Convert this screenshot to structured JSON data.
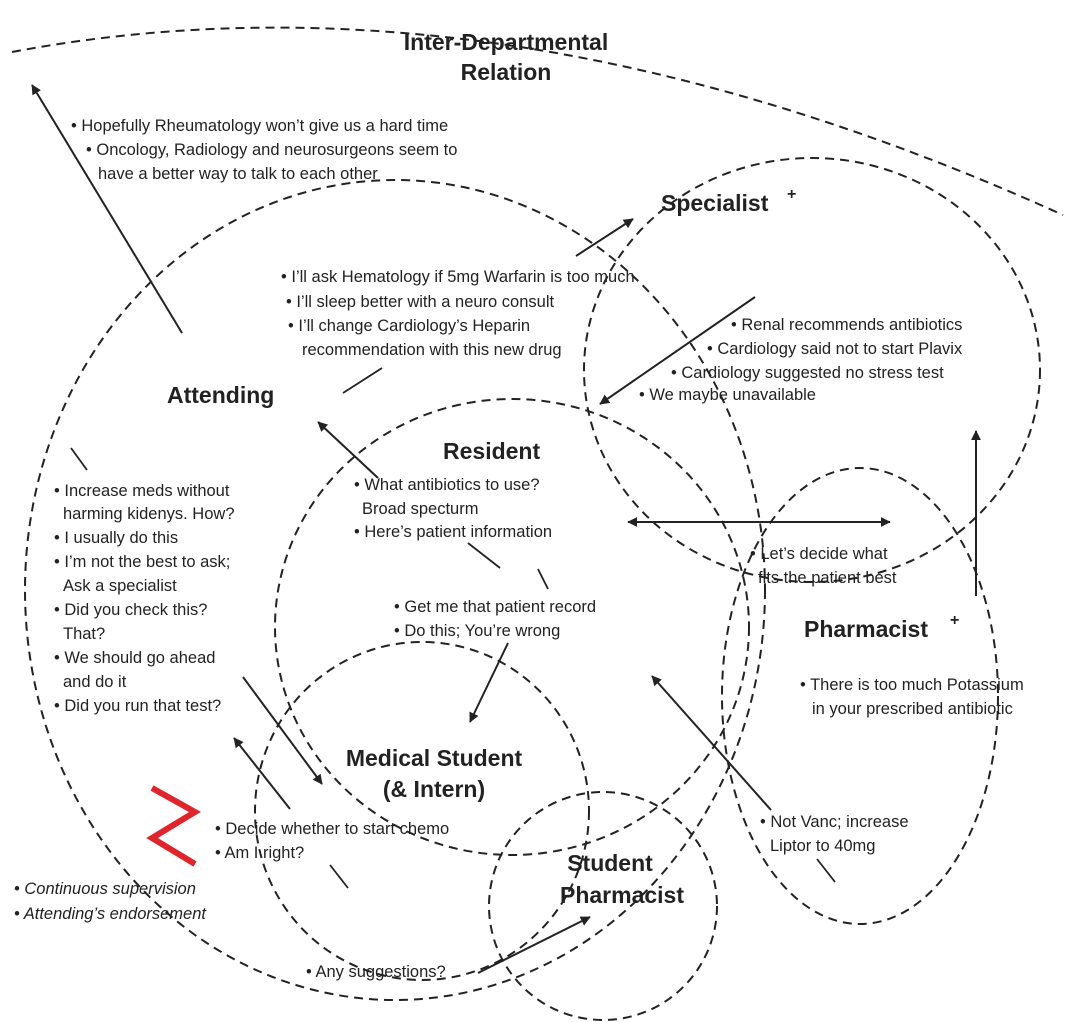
{
  "diagram": {
    "inter_departmental": {
      "title_line1": "Inter-Departmental",
      "title_line2": "Relation",
      "notes": [
        "• Hopefully Rheumatology won’t give us a hard time",
        "• Oncology, Radiology and neurosurgeons seem to",
        "have a better way to talk to each other"
      ]
    },
    "specialist": {
      "title": "Specialist",
      "superscript": "+",
      "notes": [
        "• Renal recommends antibiotics",
        "• Cardiology said not to start Plavix",
        "• Cardiology suggested no stress test",
        "• We maybe unavailable"
      ]
    },
    "attending": {
      "title": "Attending",
      "to_specialist_notes": [
        "• I’ll ask Hematology if 5mg Warfarin is too much",
        "• I’ll sleep better with a neuro consult",
        "• I’ll change Cardiology’s Heparin",
        "recommendation with this new drug"
      ],
      "to_resident_notes": [
        "• Increase meds without",
        "harming kidenys. How?",
        "• I usually do this",
        "• I’m not the best to ask;",
        "Ask a specialist",
        "• Did you check this?",
        "That?",
        "• We should go ahead",
        "and do it",
        "• Did you run that test?"
      ],
      "to_student_notes": [
        "• Continuous supervision",
        "• Attending’s endorsement"
      ]
    },
    "resident": {
      "title": "Resident",
      "to_attending_notes": [
        "• What antibiotics to use?",
        "Broad specturm",
        "• Here’s patient information"
      ],
      "to_student_notes": [
        "• Get me that patient record",
        "• Do this; You’re wrong"
      ]
    },
    "pharmacist": {
      "title": "Pharmacist",
      "superscript": "+",
      "with_resident_notes": [
        "• Let’s decide what",
        "fits the patient best"
      ],
      "to_specialist_notes": [
        "• There is too much Potassium",
        "in your prescribed antibiotic"
      ]
    },
    "medical_student": {
      "title_line1": "Medical Student",
      "title_line2": "(& Intern)",
      "notes": [
        "• Decide whether to start chemo",
        "• Am I right?"
      ]
    },
    "student_pharmacist": {
      "title_line1": "Student",
      "title_line2": "Pharmacist",
      "to_resident_notes": [
        "• Not Vanc; increase",
        "Liptor to 40mg"
      ],
      "from_student_notes": [
        "• Any suggestions?"
      ]
    },
    "colors": {
      "line": "#222222",
      "zigzag": "#e0242b"
    }
  }
}
